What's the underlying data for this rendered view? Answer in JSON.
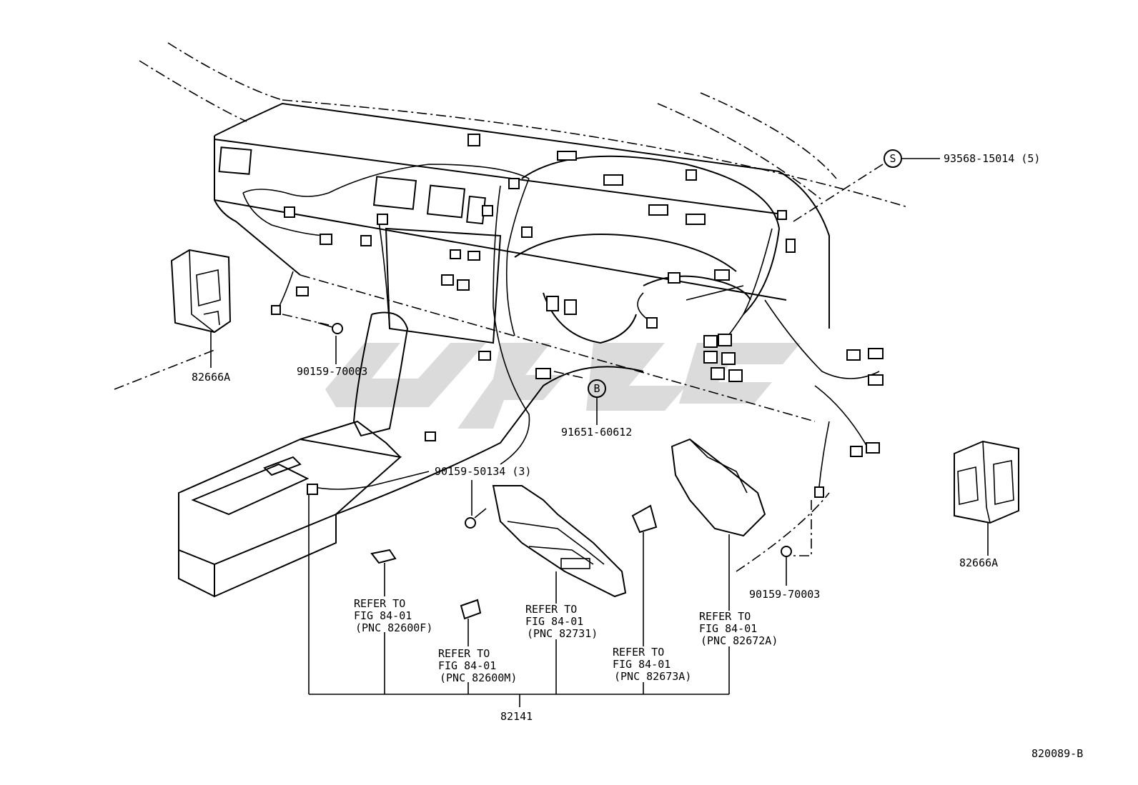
{
  "labels": {
    "relay_left": "82666A",
    "bolt_left": "90159-70003",
    "clip_b": "91651-60612",
    "screw_s": "93568-15014 (5)",
    "bolt_center": "90159-50134 (3)",
    "relay_right": "82666A",
    "bolt_right": "90159-70003",
    "harness": "82141",
    "figure_code": "820089-B"
  },
  "markers": {
    "b": "B",
    "s": "S"
  },
  "refer_notes": [
    {
      "line1": "REFER TO",
      "line2": "FIG 84-01",
      "line3": "(PNC 82600F)"
    },
    {
      "line1": "REFER TO",
      "line2": "FIG 84-01",
      "line3": "(PNC 82600M)"
    },
    {
      "line1": "REFER TO",
      "line2": "FIG 84-01",
      "line3": "(PNC 82731)"
    },
    {
      "line1": "REFER TO",
      "line2": "FIG 84-01",
      "line3": "(PNC 82673A)"
    },
    {
      "line1": "REFER TO",
      "line2": "FIG 84-01",
      "line3": "(PNC 82672A)"
    }
  ],
  "colors": {
    "line": "#000000",
    "watermark": "#cfcfcf",
    "background": "#ffffff"
  }
}
